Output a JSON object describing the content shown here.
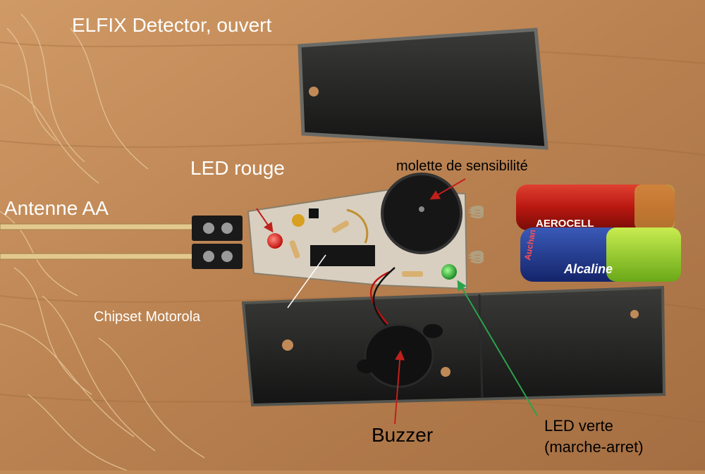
{
  "photo": {
    "title": "ELFIX Detector, ouvert",
    "labels": {
      "antenne": "Antenne AA",
      "led_rouge": "LED rouge",
      "molette": "molette de sensibilité",
      "chipset": "Chipset Motorola",
      "buzzer": "Buzzer",
      "led_verte_line1": "LED verte",
      "led_verte_line2": "(marche-arret)"
    },
    "battery_labels": {
      "top": "AEROCELL",
      "bottom_brand": "Alcaline",
      "bottom_maker": "Auchan"
    },
    "colors": {
      "background_wood": "#c08a58",
      "arrow_red": "#c0201c",
      "arrow_green": "#2aa34a",
      "label_white": "#ffffff",
      "label_black": "#000000"
    }
  }
}
